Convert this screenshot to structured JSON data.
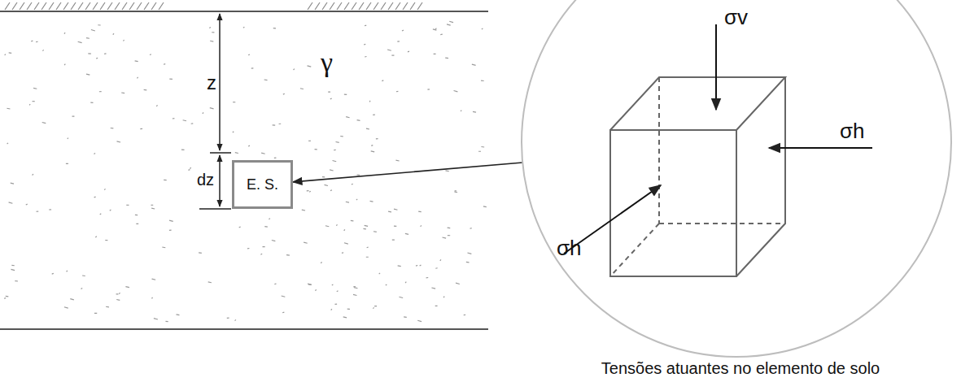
{
  "diagram": {
    "caption": "Tensões atuantes no elemento de solo",
    "nodes": [
      {
        "text": [
          "E. S."
        ]
      },
      {
        "text": [
          "σv",
          "σh",
          "σh"
        ]
      }
    ],
    "edges": [
      {
        "from": 1,
        "to": 0,
        "arrow": "to"
      }
    ],
    "labels": [
      "z",
      "dz",
      "γ"
    ]
  }
}
